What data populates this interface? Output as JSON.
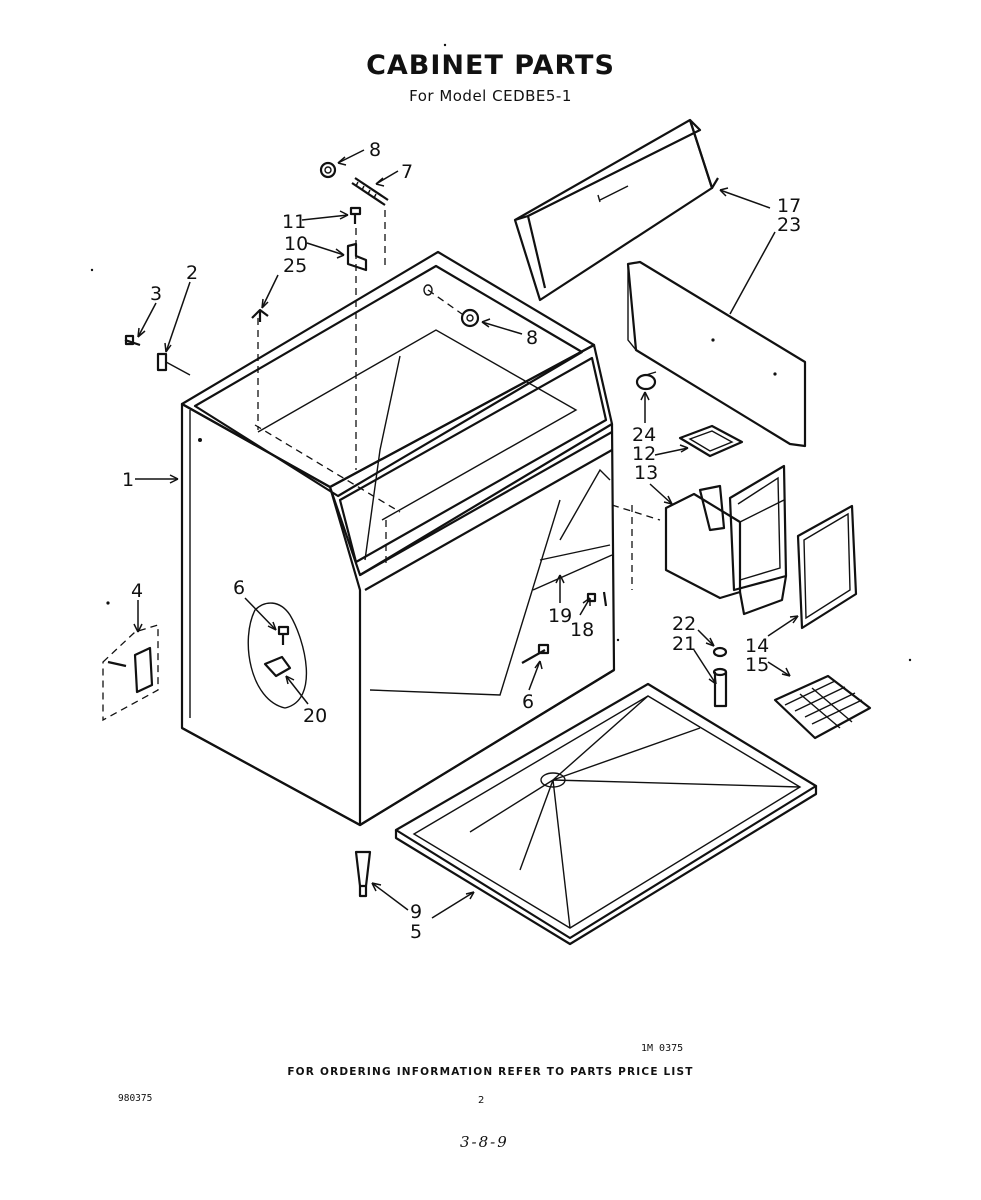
{
  "header": {
    "title": "CABINET PARTS",
    "subtitle": "For Model CEDBE5-1"
  },
  "callouts": {
    "c1": "1",
    "c2": "2",
    "c3": "3",
    "c4": "4",
    "c5": "5",
    "c6a": "6",
    "c6b": "6",
    "c7": "7",
    "c8a": "8",
    "c8b": "8",
    "c9": "9",
    "c10": "10",
    "c11": "11",
    "c12": "12",
    "c13": "13",
    "c14": "14",
    "c15": "15",
    "c17": "17",
    "c18": "18",
    "c19": "19",
    "c20": "20",
    "c21": "21",
    "c22": "22",
    "c23": "23",
    "c24": "24",
    "c25": "25"
  },
  "footer": {
    "drawing_code": "1M 0375",
    "ordering_note": "FOR ORDERING INFORMATION REFER TO PARTS PRICE LIST",
    "doc_number": "980375",
    "page": "2",
    "handwritten": "3-8-9"
  }
}
